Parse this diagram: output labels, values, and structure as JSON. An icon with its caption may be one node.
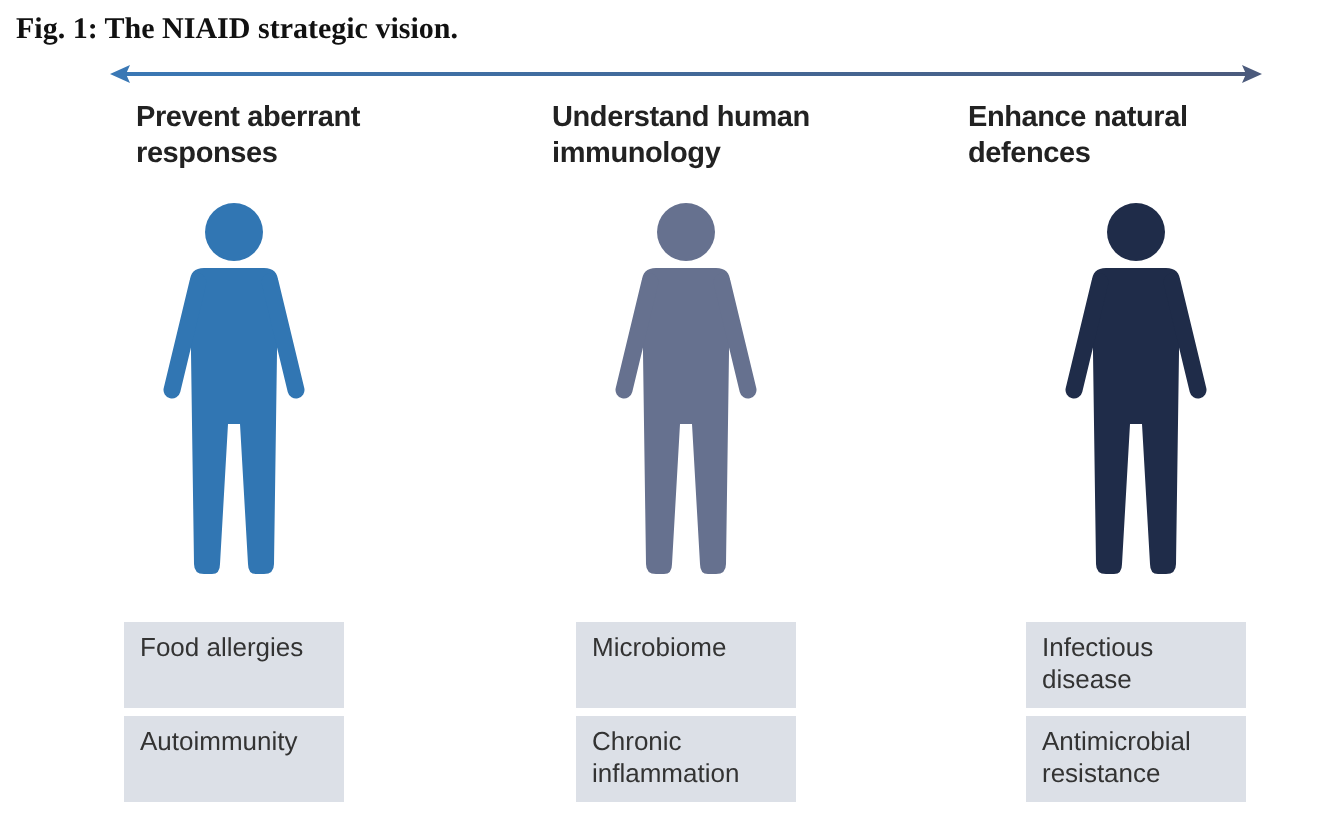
{
  "diagram": {
    "title": "Fig. 1: The NIAID strategic vision.",
    "nodes": [
      {
        "text": [
          "Food allergies"
        ]
      },
      {
        "text": [
          "Microbiome"
        ]
      },
      {
        "text": [
          "Infectious disease"
        ]
      },
      {
        "text": [
          "Autoimmunity"
        ]
      },
      {
        "text": [
          "Chronic inflammation"
        ]
      },
      {
        "text": [
          "Antimicrobial resistance"
        ]
      }
    ],
    "labels": [
      "Prevent aberrant responses",
      "Understand human immunology",
      "Enhance natural defences"
    ]
  }
}
